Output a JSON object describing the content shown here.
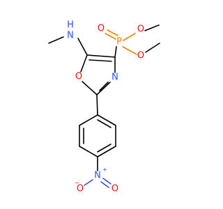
{
  "molecule": {
    "atoms": {
      "N_methylamine": "N",
      "H_amine": "H",
      "P": "P",
      "O_phosphoryl": "O",
      "O_methoxy_1": "O",
      "O_methoxy_2": "O",
      "O_ring": "O",
      "N_ring": "N",
      "N_nitro": "N",
      "N_nitro_charge": "+",
      "O_nitro_left": "O",
      "O_nitro_left_charge": "−",
      "O_nitro_right": "O"
    },
    "colors": {
      "carbon_bond": "#000000",
      "oxygen": "#ff0d0d",
      "nitrogen": "#3050f8",
      "phosphorus": "#ff8000"
    }
  }
}
